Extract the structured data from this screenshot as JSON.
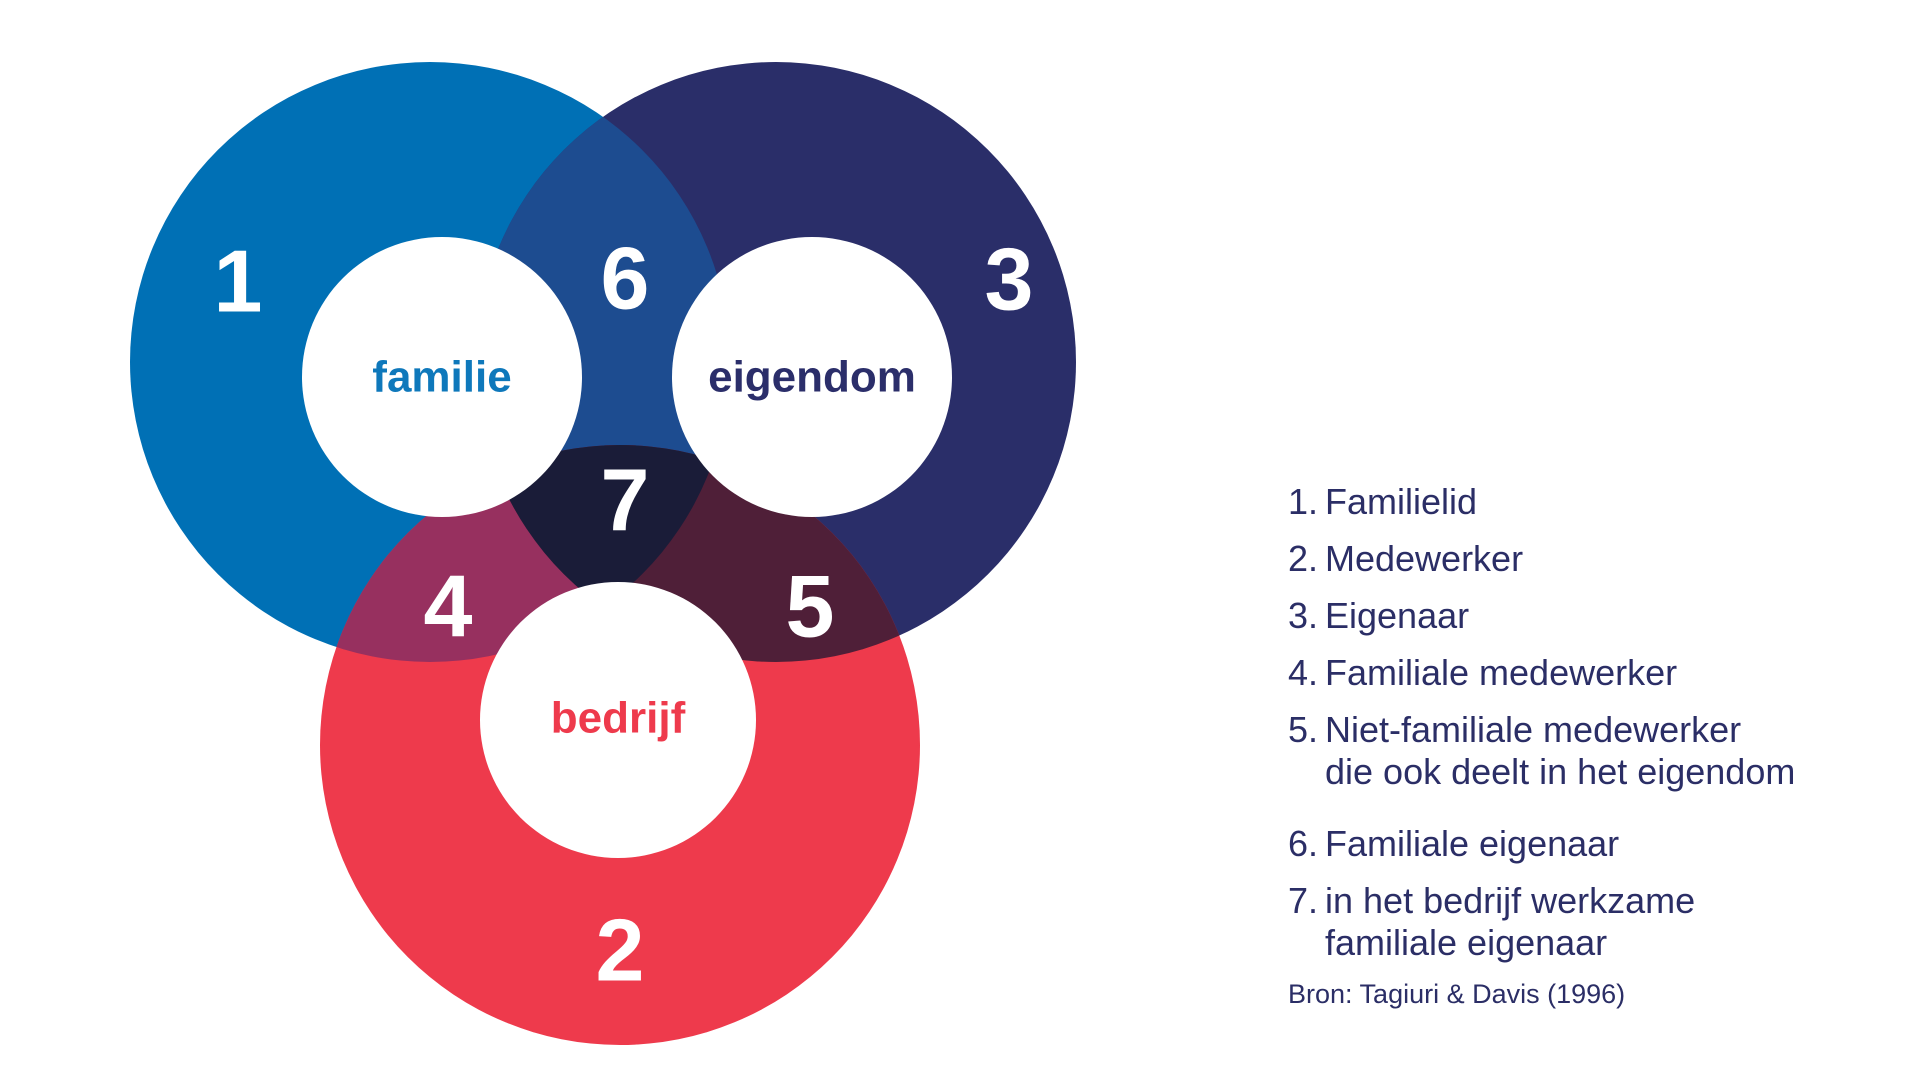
{
  "colors": {
    "familie_circle": "#0070b5",
    "eigendom_circle": "#2a2e69",
    "bedrijf_circle": "#ee3a4c",
    "overlap_familie_eigendom": "#1d4c90",
    "overlap_familie_bedrijf": "#97305f",
    "overlap_eigendom_bedrijf": "#4f1f38",
    "overlap_center": "#1a1c38",
    "inner_circle": "#ffffff",
    "number_text": "#ffffff",
    "label_familie": "#0e78bb",
    "label_eigendom": "#2b2e6a",
    "label_bedrijf": "#ee3a4c",
    "legend_text": "#2b2e66"
  },
  "venn": {
    "circle_labels": {
      "familie": "familie",
      "eigendom": "eigendom",
      "bedrijf": "bedrijf"
    },
    "numbers": [
      "1",
      "2",
      "3",
      "4",
      "5",
      "6",
      "7"
    ]
  },
  "legend": {
    "items": [
      {
        "number": "1.",
        "lines": [
          "Familielid"
        ]
      },
      {
        "number": "2.",
        "lines": [
          "Medewerker"
        ]
      },
      {
        "number": "3.",
        "lines": [
          "Eigenaar"
        ]
      },
      {
        "number": "4.",
        "lines": [
          "Familiale medewerker"
        ]
      },
      {
        "number": "5.",
        "lines": [
          "Niet-familiale medewerker",
          "die ook deelt in het eigendom"
        ]
      },
      {
        "number": "6.",
        "lines": [
          "Familiale eigenaar"
        ]
      },
      {
        "number": "7.",
        "lines": [
          "in het bedrijf werkzame",
          "familiale eigenaar"
        ]
      }
    ]
  },
  "source": "Bron: Tagiuri & Davis (1996)"
}
